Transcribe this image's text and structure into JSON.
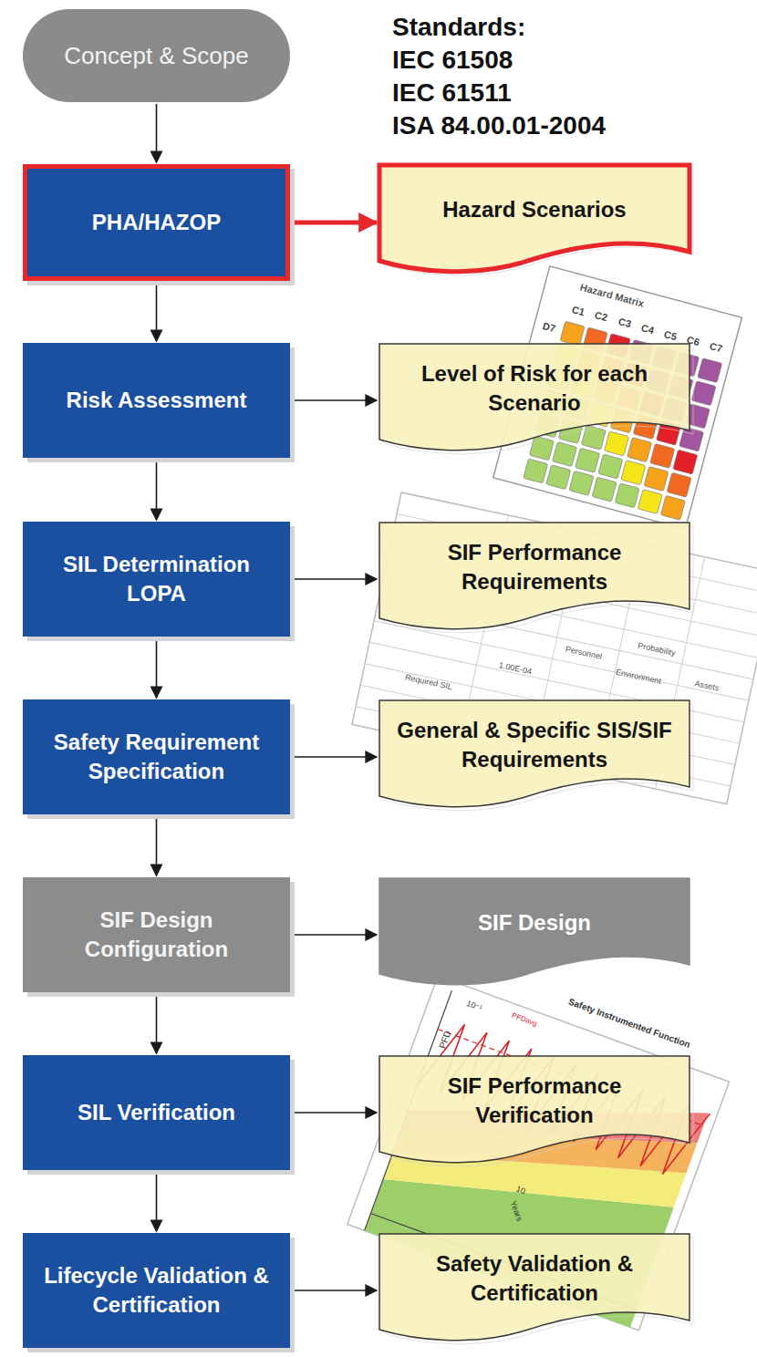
{
  "diagram": {
    "nodes": [
      {
        "text": [
          "Concept & Scope"
        ]
      },
      {
        "text": [
          "PHA/HAZOP"
        ]
      },
      {
        "text": [
          "Hazard Scenarios"
        ]
      },
      {
        "text": [
          "Risk Assessment"
        ]
      },
      {
        "text": [
          "Level of Risk for each Scenario"
        ]
      },
      {
        "text": [
          "SIL Determination LOPA"
        ]
      },
      {
        "text": [
          "SIF Performance Requirements"
        ]
      },
      {
        "text": [
          "Safety Requirement Specification"
        ]
      },
      {
        "text": [
          "General & Specific SIS/SIF Requirements"
        ]
      },
      {
        "text": [
          "SIF Design Configuration"
        ]
      },
      {
        "text": [
          "SIF Design"
        ]
      },
      {
        "text": [
          "SIL Verification"
        ]
      },
      {
        "text": [
          "SIF Performance Verification"
        ]
      },
      {
        "text": [
          "Lifecycle Validation & Certification"
        ]
      },
      {
        "text": [
          "Safety Validation & Certification"
        ]
      }
    ],
    "edges": [
      {
        "from": 0,
        "to": 1,
        "arrow": "to"
      },
      {
        "from": 1,
        "to": 2,
        "arrow": "to"
      },
      {
        "from": 1,
        "to": 3,
        "arrow": "to"
      },
      {
        "from": 3,
        "to": 4,
        "arrow": "to"
      },
      {
        "from": 3,
        "to": 5,
        "arrow": "to"
      },
      {
        "from": 5,
        "to": 6,
        "arrow": "to"
      },
      {
        "from": 5,
        "to": 7,
        "arrow": "to"
      },
      {
        "from": 7,
        "to": 8,
        "arrow": "to"
      },
      {
        "from": 7,
        "to": 9,
        "arrow": "to"
      },
      {
        "from": 9,
        "to": 10,
        "arrow": "to"
      },
      {
        "from": 9,
        "to": 11,
        "arrow": "to"
      },
      {
        "from": 11,
        "to": 12,
        "arrow": "to"
      },
      {
        "from": 11,
        "to": 13,
        "arrow": "to"
      },
      {
        "from": 13,
        "to": 14,
        "arrow": "to"
      }
    ],
    "labels": [
      "Standards:",
      "IEC 61508",
      "IEC 61511",
      "ISA 84.00.01-2004",
      "Hazard Matrix",
      "C1",
      "C2",
      "C3",
      "C4",
      "C5",
      "C6",
      "C7",
      "D7",
      "Required SIL",
      "1.00E-04",
      "Personnel",
      "Environment",
      "Assets",
      "Probability",
      "Safety Instrumented Function",
      "PFD",
      "PFDavg",
      "10⁻¹",
      "Years",
      "10"
    ]
  }
}
